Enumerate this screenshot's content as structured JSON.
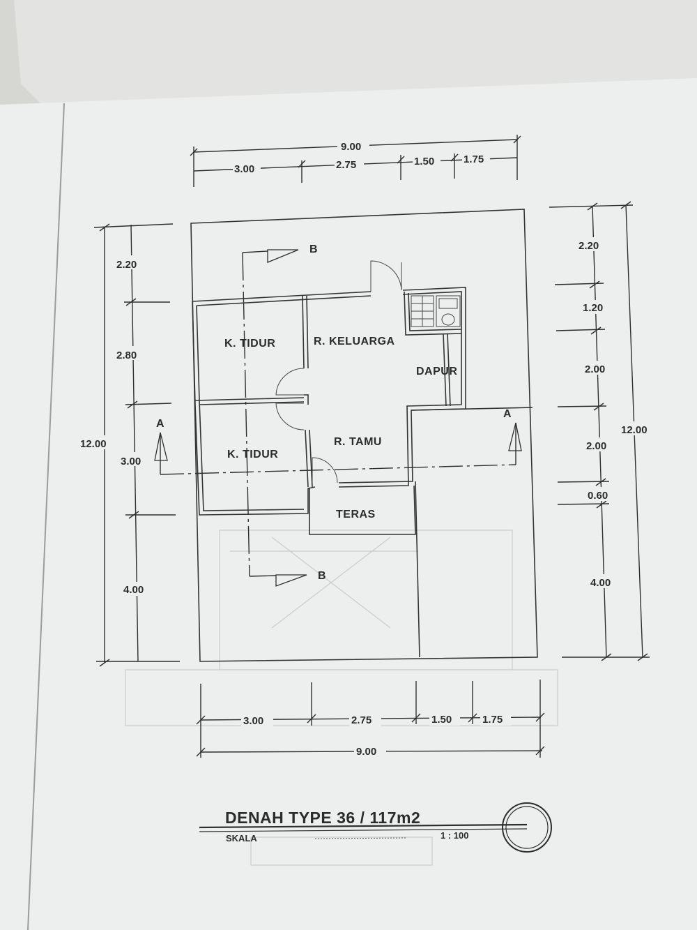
{
  "colors": {
    "paper": "#edefee",
    "ink": "#2b2b2b",
    "background": "#d9d9d6"
  },
  "dimensions": {
    "top_total": "9.00",
    "top_segments": [
      "3.00",
      "2.75",
      "1.50",
      "1.75"
    ],
    "bottom_total": "9.00",
    "bottom_segments": [
      "3.00",
      "2.75",
      "1.50",
      "1.75"
    ],
    "left_total": "12.00",
    "left_segments": [
      "2.20",
      "2.80",
      "3.00",
      "4.00"
    ],
    "right_total": "12.00",
    "right_segments": [
      "2.20",
      "1.20",
      "2.00",
      "2.00",
      "0.60",
      "4.00"
    ]
  },
  "rooms": {
    "bedroom_1": "K. TIDUR",
    "bedroom_2": "K. TIDUR",
    "family_room": "R. KELUARGA",
    "kitchen": "DAPUR",
    "living_room": "R. TAMU",
    "terrace": "TERAS"
  },
  "section_marks": {
    "a_left": "A",
    "a_right": "A",
    "b_top": "B",
    "b_bottom": "B"
  },
  "title": {
    "text": "DENAH TYPE  36 / 117m2",
    "scale_label": "SKALA",
    "scale_value": "1 : 100"
  }
}
